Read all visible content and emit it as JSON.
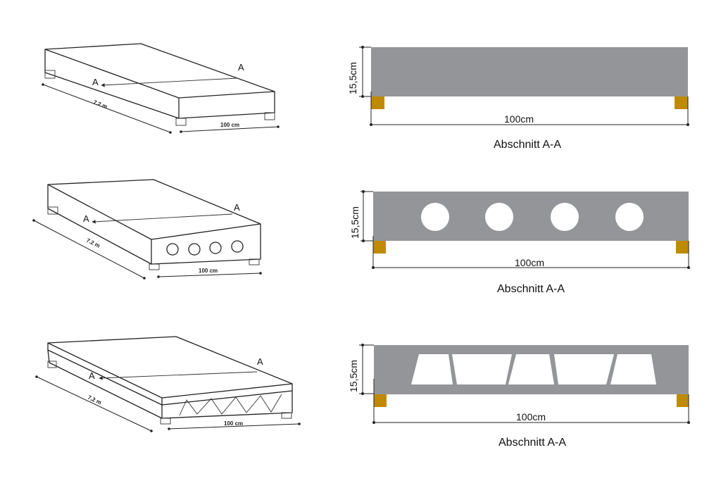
{
  "colors": {
    "concrete": "#939598",
    "support": "#c08a00",
    "line": "#222222"
  },
  "rows": [
    {
      "type": "solid slab",
      "length_label": "7.2 m",
      "width_label": "100 cm",
      "section_marker": "A",
      "section": {
        "height_label": "15,5cm",
        "width_label": "100cm",
        "caption": "Abschnitt A-A"
      }
    },
    {
      "type": "hollow-core slab",
      "length_label": "7.2 m",
      "width_label": "100 cm",
      "section_marker": "A",
      "section": {
        "height_label": "15,5cm",
        "width_label": "100cm",
        "caption": "Abschnitt A-A"
      }
    },
    {
      "type": "lattice girder slab",
      "length_label": "7,2 m",
      "width_label": "100 cm",
      "section_marker": "A",
      "section": {
        "height_label": "15,5cm",
        "width_label": "100cm",
        "caption": "Abschnitt A-A"
      }
    }
  ]
}
